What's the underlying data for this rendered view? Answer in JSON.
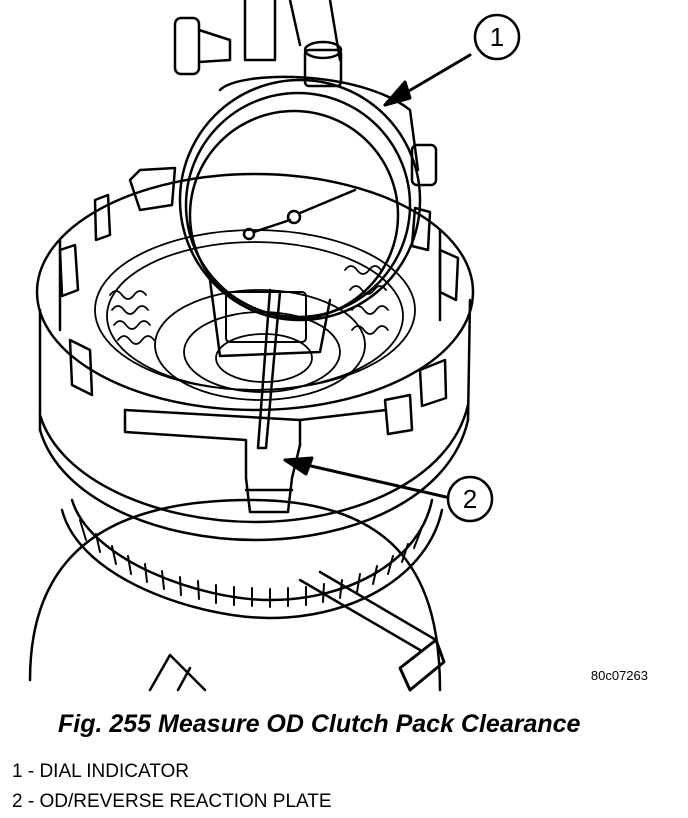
{
  "figure": {
    "code": "80c07263",
    "caption": "Fig. 255 Measure OD Clutch Pack Clearance"
  },
  "callouts": [
    {
      "number": "1",
      "label": "DIAL INDICATOR"
    },
    {
      "number": "2",
      "label": "OD/REVERSE REACTION PLATE"
    }
  ],
  "legend": [
    {
      "text": "1 - DIAL INDICATOR"
    },
    {
      "text": "2 - OD/REVERSE REACTION PLATE"
    }
  ],
  "colors": {
    "line": "#000000",
    "background": "#ffffff"
  }
}
